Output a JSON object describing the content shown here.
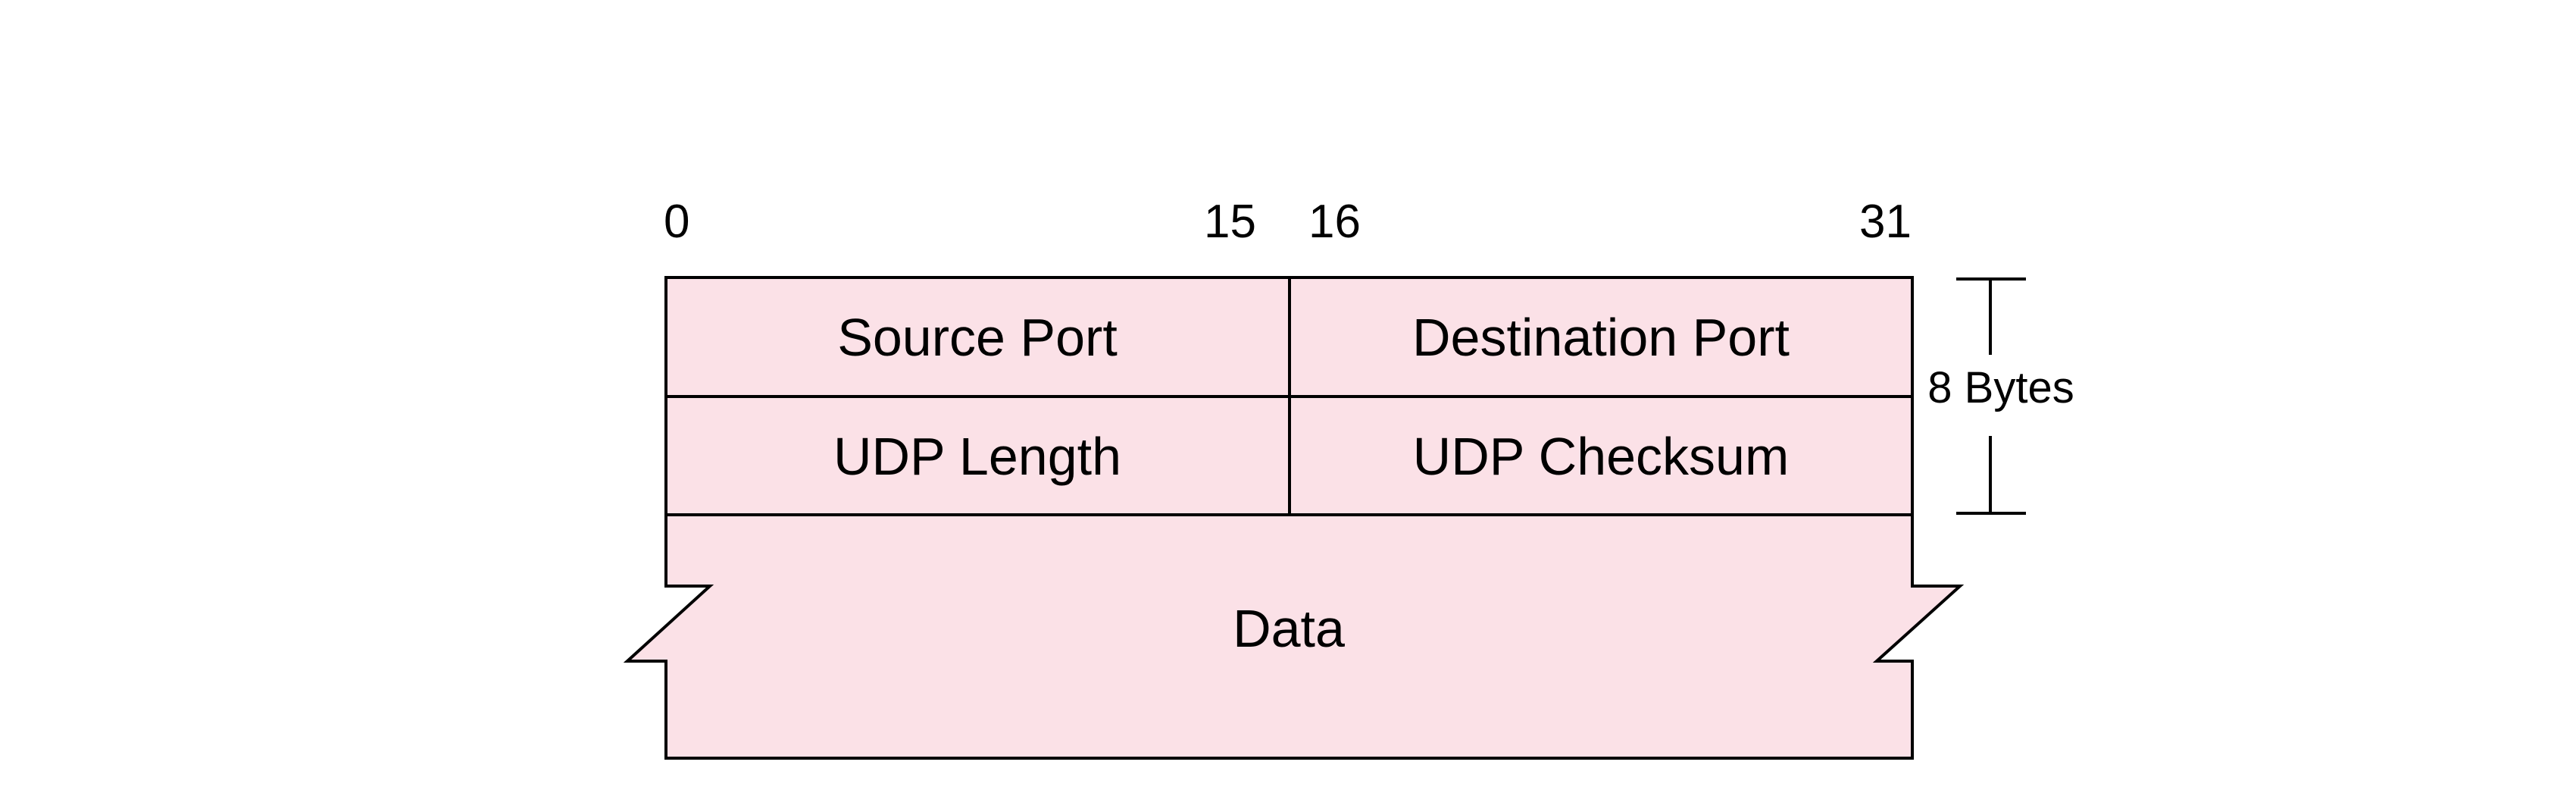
{
  "diagram": {
    "bit_labels": [
      "0",
      "15",
      "16",
      "31"
    ],
    "fields": [
      {
        "label": "Source Port"
      },
      {
        "label": "Destination Port"
      },
      {
        "label": "UDP Length"
      },
      {
        "label": "UDP Checksum"
      },
      {
        "label": "Data"
      }
    ],
    "size_annotation": "8 Bytes",
    "colors": {
      "fill": "#fbe1e7",
      "stroke": "#000000"
    }
  }
}
